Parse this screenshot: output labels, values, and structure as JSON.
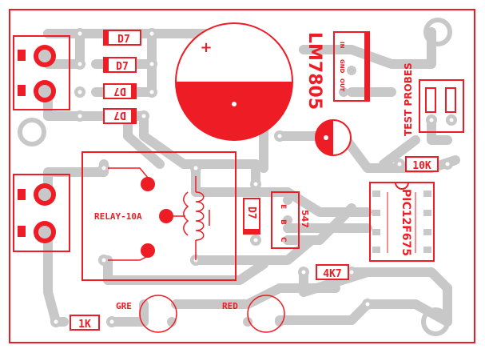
{
  "colors": {
    "silk": "#ee1c24",
    "trace": "#c8c8c8",
    "pad_ring": "#c8c8c8",
    "background": "#ffffff"
  },
  "labels": {
    "diode1": "D7",
    "diode2": "D7",
    "diode3": "D7",
    "diode4": "D7",
    "diode5": "D7",
    "regulator": "LM7805",
    "reg_in": "IN",
    "reg_gnd": "GND",
    "reg_out": "OUT",
    "cap_plus": "+",
    "test_probes": "TEST PROBES",
    "r_10k": "10K",
    "r_4k7": "4K7",
    "r_1k": "1K",
    "relay": "RELAY-10A",
    "transistor": "547",
    "t_e": "E",
    "t_b": "B",
    "t_c": "C",
    "mcu": "PIC12F675",
    "led_grn": "GRE",
    "led_red": "RED"
  }
}
